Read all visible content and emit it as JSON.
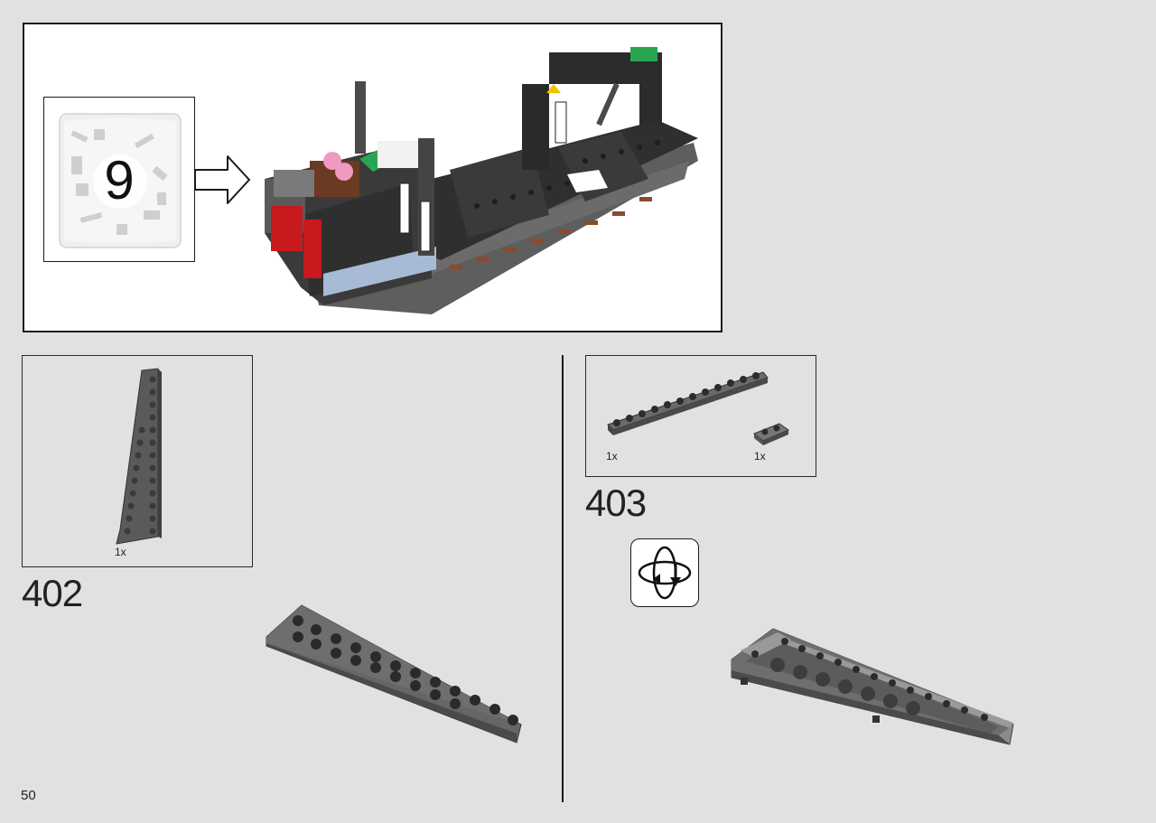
{
  "bag": {
    "number": "9"
  },
  "step_left": {
    "number": "402",
    "parts": [
      {
        "quantity": "1x",
        "part": "wedge-plate-dark-grey"
      }
    ]
  },
  "step_right": {
    "number": "403",
    "parts": [
      {
        "quantity": "1x",
        "part": "plate-1x12-dark-grey"
      },
      {
        "quantity": "1x",
        "part": "plate-1x2-dark-grey"
      }
    ],
    "rotate_icon": "rotate-model-icon"
  },
  "page": {
    "number": "50"
  },
  "colors": {
    "background": "#e1e1e1",
    "dark_grey_brick": "#5a5a5a",
    "black_brick": "#2e2e2e",
    "red_brick": "#c8191f",
    "green_tile": "#2aa653",
    "pink_tile": "#f09ac2",
    "brown_brick": "#6b3a22",
    "sand_blue": "#a7bad6"
  }
}
